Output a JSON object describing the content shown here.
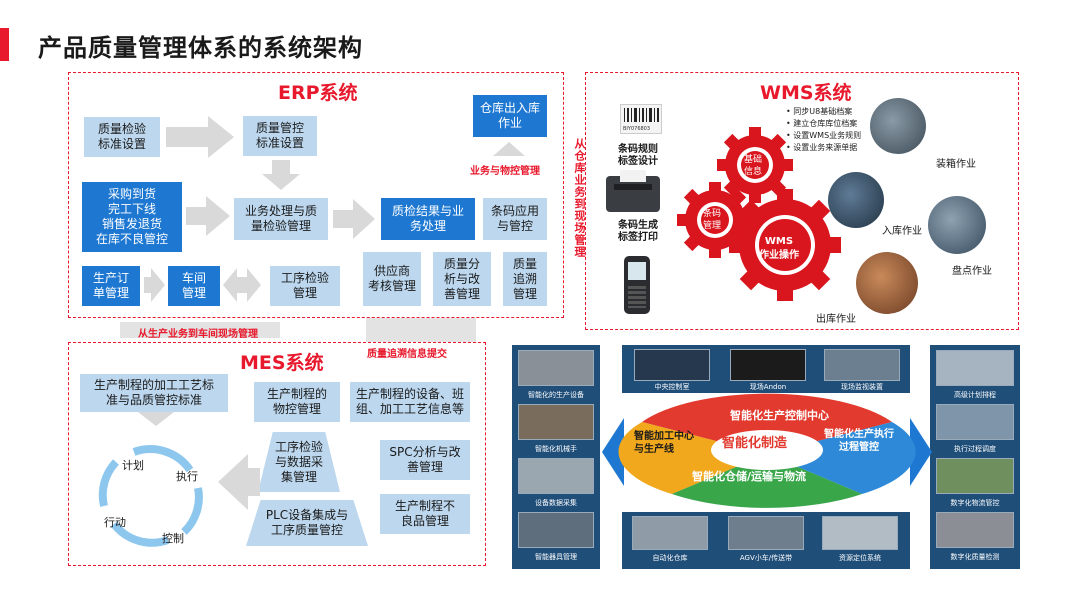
{
  "title": "产品质量管理体系的系统架构",
  "erp": {
    "title": "ERP系统",
    "boxes": {
      "qc_inspect_std": "质量检验\n标准设置",
      "qc_control_std": "质量管控\n标准设置",
      "purchase": "采购到货\n完工下线\n销售发退货\n在库不良管控",
      "biz_quality": "业务处理与质\n量检验管理",
      "qc_result": "质检结果与业\n务处理",
      "barcode_app": "条码应用\n与管控",
      "warehouse_op": "仓库出入库\n作业",
      "prod_order": "生产订\n单管理",
      "workshop": "车间\n管理",
      "process_inspect": "工序检验\n管理",
      "supplier": "供应商\n考核管理",
      "quality_analysis": "质量分\n析与改\n善管理",
      "quality_trace": "质量\n追溯\n管理"
    },
    "label_biz_material": "业务与物控管理"
  },
  "side_label": "从仓库业务到现场管理",
  "mid_labels": {
    "prod_to_workshop": "从生产业务到车间现场管理",
    "trace_submit": "质量追溯信息提交"
  },
  "wms": {
    "title": "WMS系统",
    "bullets": [
      "同步U8基础档案",
      "建立仓库库位档案",
      "设置WMS业务规则",
      "设置业务来源单据"
    ],
    "barcode_rule": "条码规则\n标签设计",
    "barcode_print": "条码生成\n标签打印",
    "gear_basic": "基础\n信息",
    "gear_barcode": "条码\n管理",
    "gear_wms": "WMS\n作业操作",
    "ops": [
      "装箱作业",
      "入库作业",
      "盘点作业",
      "出库作业"
    ],
    "barcode_number": "BIY076803"
  },
  "mes": {
    "title": "MES系统",
    "boxes": {
      "process_std": "生产制程的加工工艺标\n准与品质管控标准",
      "material_mgmt": "生产制程的\n物控管理",
      "equipment_info": "生产制程的设备、班\n组、加工工艺信息等",
      "process_data": "工序检验\n与数据采\n集管理",
      "spc": "SPC分析与改\n善管理",
      "plc": "PLC设备集成与\n工序质量管控",
      "defect": "生产制程不\n良品管理"
    },
    "cycle": [
      "计划",
      "执行",
      "控制",
      "行动"
    ]
  },
  "smart": {
    "center": "智能化制造",
    "top": "智能化生产控制中心",
    "left": "智能加工中心\n与生产线",
    "right": "智能化生产执行\n过程管控",
    "bottom": "智能化仓储/运输与物流",
    "top_thumbs": [
      "中央控制室",
      "现场Andon",
      "现场监视装置"
    ],
    "left_thumbs": [
      "智能化的生产设备",
      "智能化机械手",
      "设备数据采集",
      "智能器具管理"
    ],
    "right_thumbs": [
      "高级计划排程",
      "执行过程调度",
      "数字化物流管控",
      "数字化质量检测"
    ],
    "bottom_thumbs": [
      "自动化仓库",
      "AGV小车/传送带",
      "资源定位系统"
    ]
  }
}
